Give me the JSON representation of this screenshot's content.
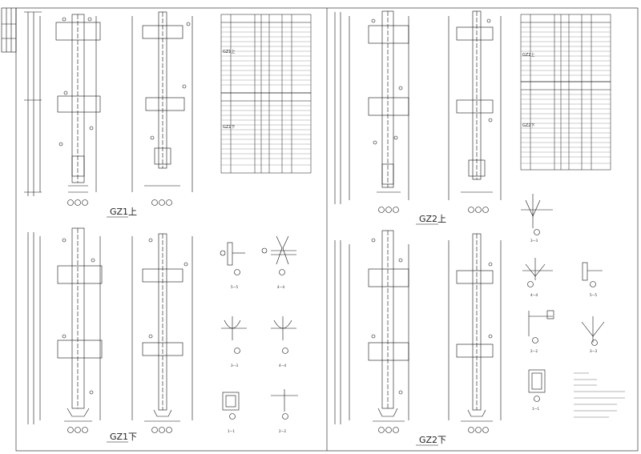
{
  "sheet": {
    "titles": {
      "gz1_upper": "GZ1上",
      "gz1_lower": "GZ1下",
      "gz2_upper": "GZ2上",
      "gz2_lower": "GZ2下"
    },
    "tables": {
      "gz1_upper_tag": "GZ1上",
      "gz1_lower_tag": "GZ1下",
      "gz2_upper_tag": "GZ2上",
      "gz2_lower_tag": "GZ2下"
    },
    "sections": {
      "s55_left": "5—5",
      "s44_left": "4—4",
      "s33_left": "3—3",
      "s44_left_b": "4—4",
      "s11_left": "1—1",
      "s22_left": "2—2",
      "s33_right_top": "3—3",
      "s44_right": "4—4",
      "s55_right": "5—5",
      "s22_right": "2—2",
      "s33_right": "3—3",
      "s11_right": "1—1"
    }
  }
}
